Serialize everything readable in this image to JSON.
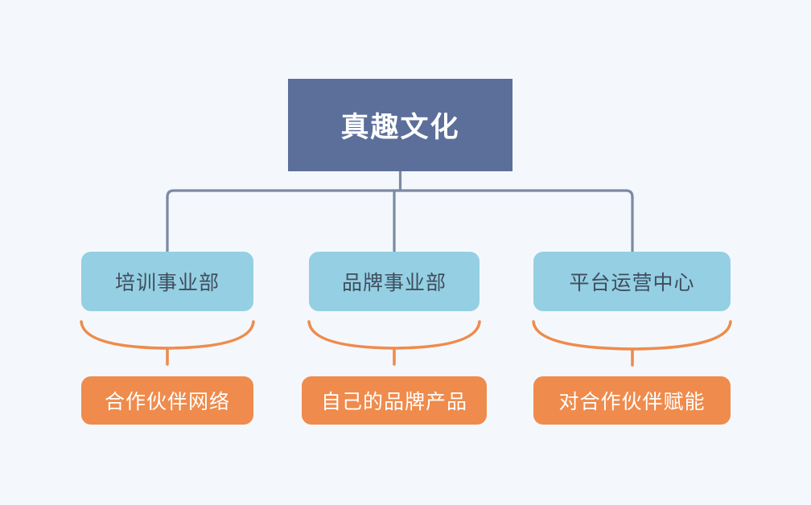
{
  "diagram": {
    "type": "organization-chart",
    "background_color": "#f4f8fc",
    "root": {
      "label": "真趣文化",
      "fill_color": "#5c6f9a",
      "text_color": "#ffffff"
    },
    "divisions": [
      {
        "label": "培训事业部",
        "fill_color": "#95cfe3",
        "text_color": "#3f4e5e"
      },
      {
        "label": "品牌事业部",
        "fill_color": "#95cfe3",
        "text_color": "#3f4e5e"
      },
      {
        "label": "平台运营中心",
        "fill_color": "#95cfe3",
        "text_color": "#3f4e5e"
      }
    ],
    "items": [
      {
        "label": "合作伙伴网络",
        "fill_color": "#ef8b4c",
        "text_color": "#ffffff"
      },
      {
        "label": "自己的品牌产品",
        "fill_color": "#ef8b4c",
        "text_color": "#ffffff"
      },
      {
        "label": "对合作伙伴赋能",
        "fill_color": "#ef8b4c",
        "text_color": "#ffffff"
      }
    ],
    "connectors": {
      "tier1_to_tier2_color": "#7b8aa3",
      "tier2_to_tier3_color": "#ef8b4c"
    }
  }
}
